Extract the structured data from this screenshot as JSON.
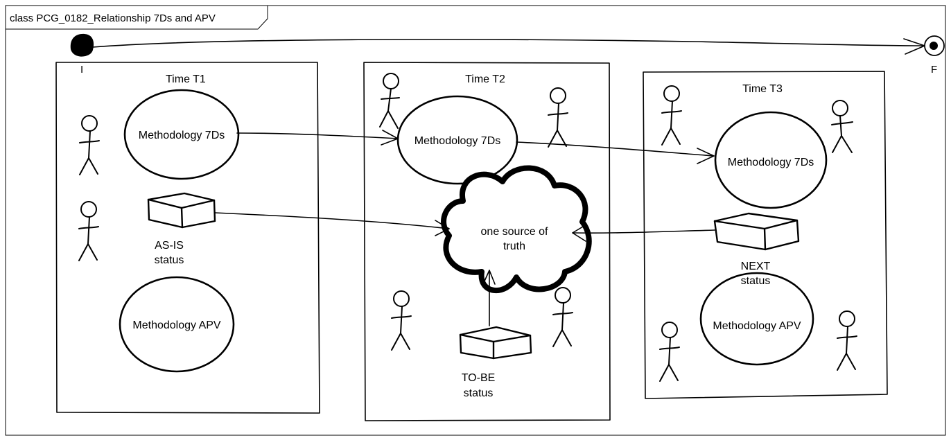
{
  "frame": {
    "title": "class PCG_0182_Relationship 7Ds and APV"
  },
  "initial_node": {
    "label": "I"
  },
  "final_node": {
    "label": "F"
  },
  "panels": [
    {
      "title": "Time T1",
      "ellipses": [
        "Methodology 7Ds",
        "Methodology APV"
      ],
      "box_label": [
        "AS-IS",
        "status"
      ]
    },
    {
      "title": "Time T2",
      "ellipses": [
        "Methodology 7Ds"
      ],
      "cloud_label": [
        "one source of",
        "truth"
      ],
      "box_label": [
        "TO-BE",
        "status"
      ]
    },
    {
      "title": "Time T3",
      "ellipses": [
        "Methodology 7Ds",
        "Methodology APV"
      ],
      "box_label": [
        "NEXT",
        "status"
      ]
    }
  ]
}
